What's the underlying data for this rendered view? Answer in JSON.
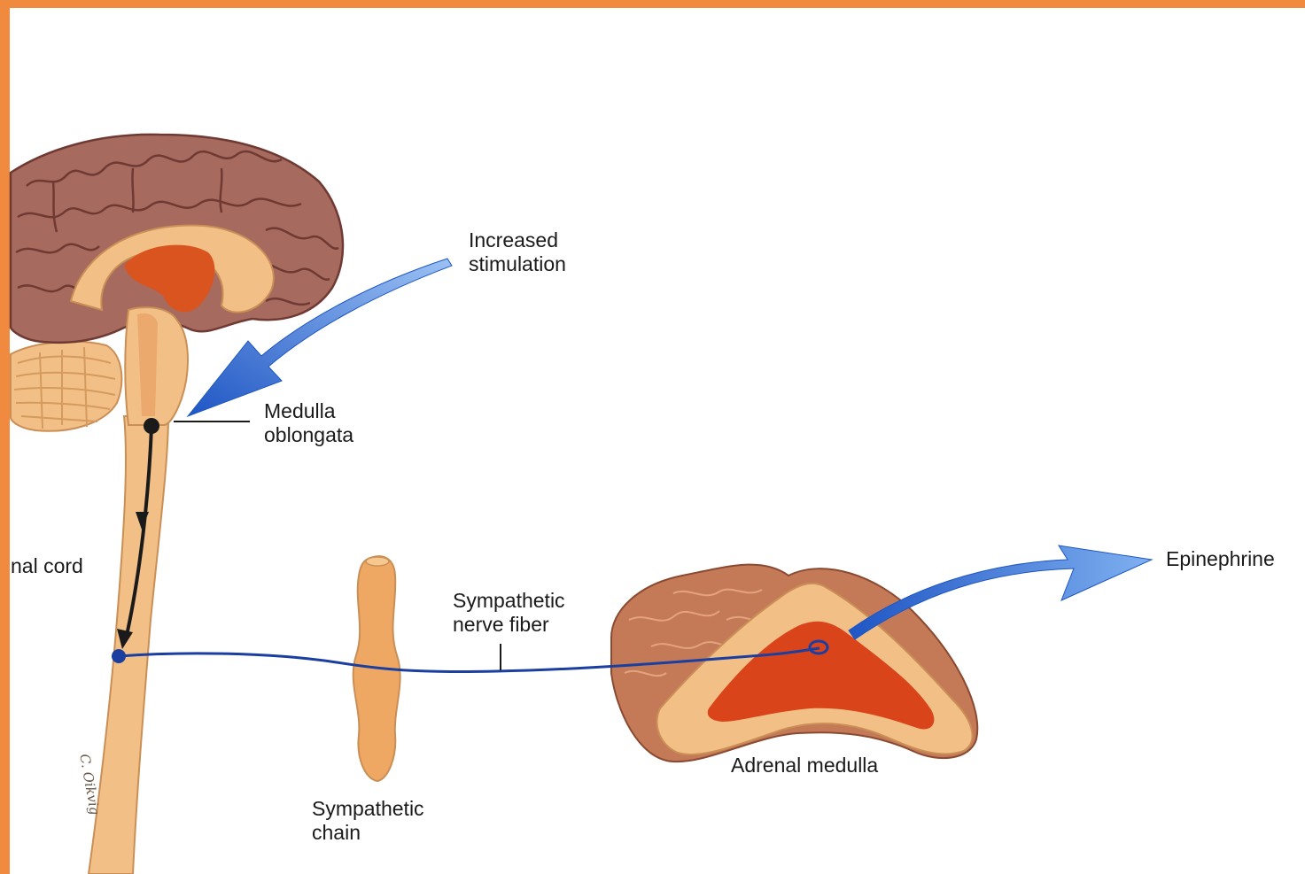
{
  "labels": {
    "increased_stimulation": [
      "Increased",
      "stimulation"
    ],
    "medulla_oblongata": [
      "Medulla",
      "oblongata"
    ],
    "spinal_cord": "nal cord",
    "sympathetic_nerve_fiber": [
      "Sympathetic",
      "nerve fiber"
    ],
    "epinephrine": "Epinephrine",
    "sympathetic_chain": [
      "Sympathetic",
      "chain"
    ],
    "adrenal_medulla": "Adrenal medulla"
  },
  "signature": "C. Oikvig",
  "colors": {
    "frame_border": "#f08a3e",
    "cerebrum": "#a76a5e",
    "brainstem": "#f2c086",
    "inner_structure": "#d9541e",
    "arrow": "#3f7ed8",
    "nerve_fiber": "#1b3fa0",
    "pathway": "#1a1a1a"
  }
}
